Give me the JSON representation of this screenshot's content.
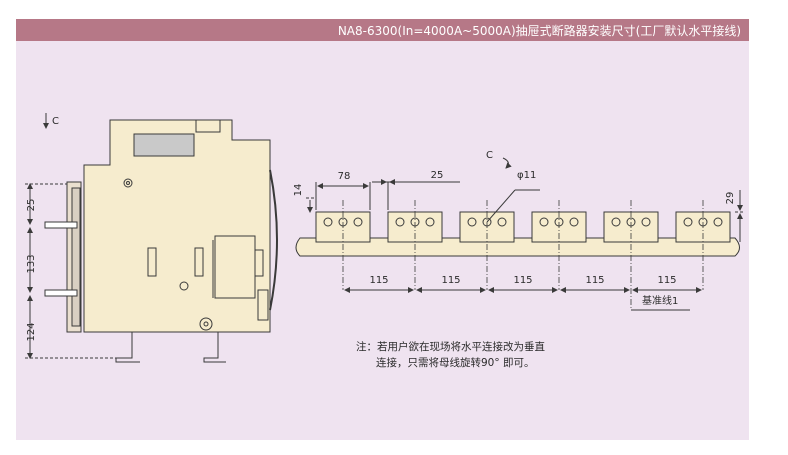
{
  "header": {
    "title": "NA8-6300(In=4000A~5000A)抽屉式断路器安装尺寸(工厂默认水平接线)"
  },
  "side_view": {
    "section_label": "C",
    "dims": {
      "top": "25",
      "middle": "133",
      "bottom": "124"
    }
  },
  "front_view": {
    "rotate_label": "C",
    "hole_label": "φ11",
    "dims": {
      "width": "78",
      "gap": "25",
      "height": "14",
      "right": "29",
      "pitch": [
        "115",
        "115",
        "115",
        "115",
        "115"
      ]
    },
    "baseline_label": "基准线1"
  },
  "note": {
    "line1": "注：若用户欲在现场将水平连接改为垂直",
    "line2": "连接，只需将母线旋转90° 即可。"
  },
  "colors": {
    "header": "#b67887",
    "panel": "#efe3f0",
    "body": "#f6ecce",
    "line": "#3a3a3a"
  }
}
